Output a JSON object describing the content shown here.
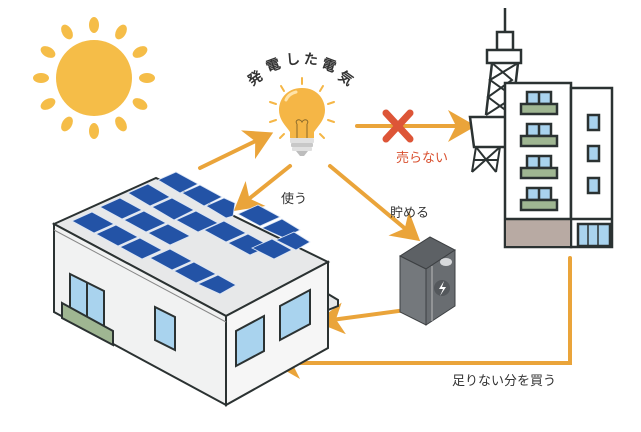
{
  "diagram": {
    "title_arc": [
      "発",
      "電",
      "し",
      "た",
      "電",
      "気"
    ],
    "labels": {
      "generated_power": "発電した電気",
      "dont_sell": "売らない",
      "use": "使う",
      "store": "貯める",
      "buy_shortfall": "足りない分を買う"
    },
    "nodes": {
      "sun": "sun",
      "bulb": "light-bulb",
      "grid": "power-grid-tower-and-building",
      "house": "house-with-solar-panels",
      "battery": "home-storage-battery"
    },
    "colors": {
      "arrow": "#eaa43a",
      "sun": "#f5bd48",
      "bulb": "#f5b646",
      "cross": "#dd5537",
      "panel": "#2353a6",
      "battery": "#6b6f73",
      "window": "#a9d3ee",
      "balcony": "#9fb692",
      "outline": "#2b3232"
    }
  }
}
